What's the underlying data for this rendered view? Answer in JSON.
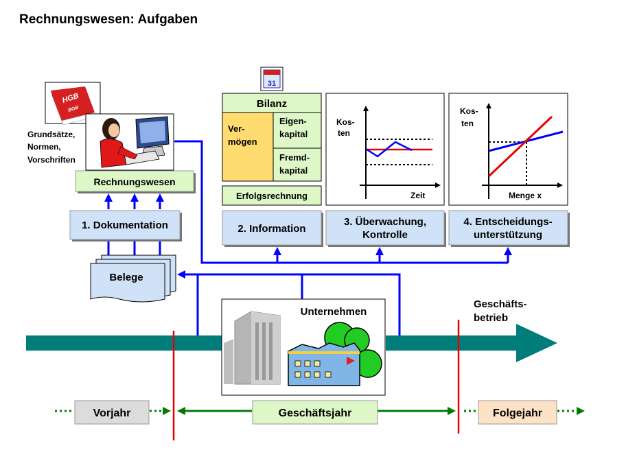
{
  "title": "Rechnungswesen: Aufgaben",
  "left": {
    "hgb_book": {
      "line1": "HGB",
      "line2": "BGB"
    },
    "principles": {
      "line1": "Grundsätze,",
      "line2": "Normen,",
      "line3": "Vorschriften"
    },
    "rechnungswesen_label": "Rechnungswesen",
    "documentation_label": "1. Dokumentation",
    "belege_label": "Belege"
  },
  "calendar_icon": {
    "number": "31"
  },
  "bilanz": {
    "title": "Bilanz",
    "vermoegen": {
      "line1": "Ver-",
      "line2": "mögen"
    },
    "eigenkapital": {
      "line1": "Eigen-",
      "line2": "kapital"
    },
    "fremdkapital": {
      "line1": "Fremd-",
      "line2": "kapital"
    },
    "erfolgsrechnung": "Erfolgsrechnung"
  },
  "chart_time": {
    "ylabel_line1": "Kos-",
    "ylabel_line2": "ten",
    "xlabel": "Zeit"
  },
  "chart_quantity": {
    "ylabel_line1": "Kos-",
    "ylabel_line2": "ten",
    "xlabel": "Menge x"
  },
  "tasks": {
    "information": "2. Information",
    "control": {
      "line1": "3. Überwachung,",
      "line2": "Kontrolle"
    },
    "decision": {
      "line1": "4. Entscheidungs-",
      "line2": "unterstützung"
    }
  },
  "company_label": "Unternehmen",
  "business": {
    "line1": "Geschäfts-",
    "line2": "betrieb"
  },
  "timeline": {
    "previous": "Vorjahr",
    "current": "Geschäftsjahr",
    "next": "Folgejahr"
  },
  "colors": {
    "blue": "#0000ff",
    "teal": "#007d7b",
    "red": "#e80000",
    "green": "#007a00",
    "box_blue": "#cfe2f7",
    "box_green": "#ddf7c7",
    "box_yellow": "#ffdb70",
    "box_gray": "#dcdcdc",
    "box_peach": "#fde3c6"
  }
}
